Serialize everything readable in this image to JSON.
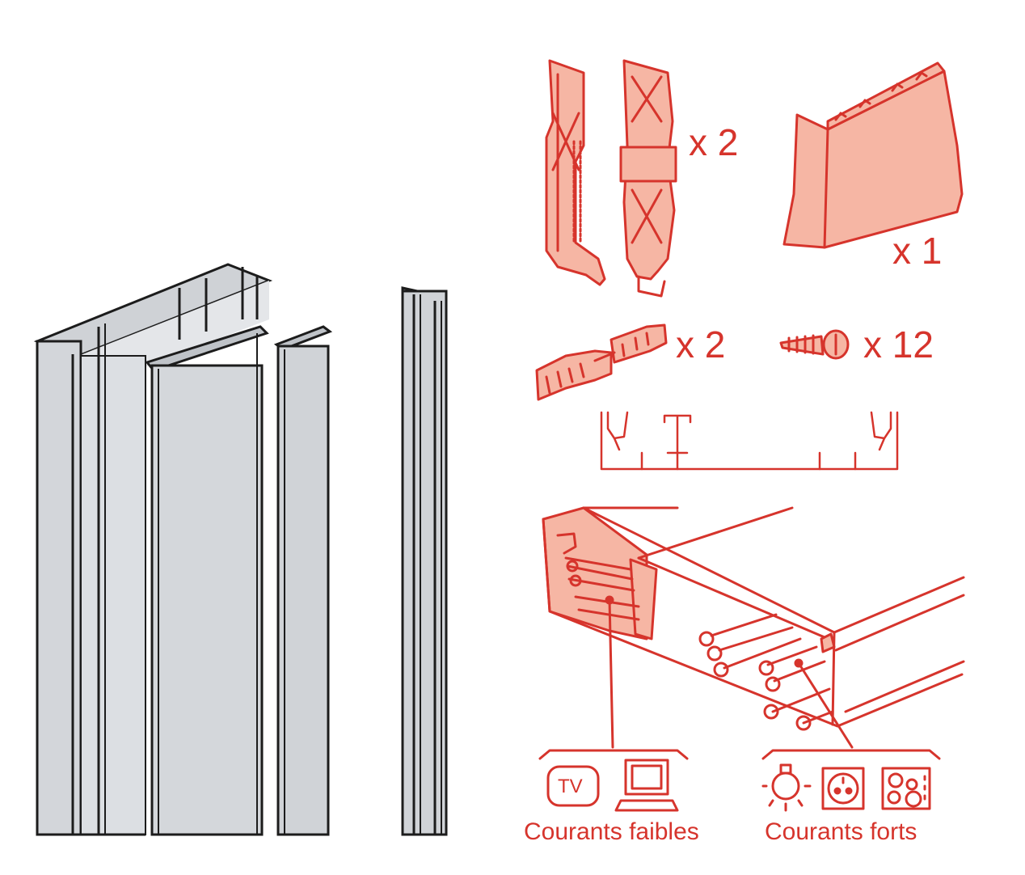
{
  "quantities": {
    "clips": "x 2",
    "end_cap": "x 1",
    "plugs": "x 2",
    "screws": "x 12"
  },
  "labels": {
    "low_current": "Courants faibles",
    "high_current": "Courants forts",
    "tv_icon_text": "TV"
  },
  "colors": {
    "accent": "#d6342c",
    "accent_fill": "#f6b6a4",
    "trunking_body": "#d8dadd",
    "trunking_outline": "#1c1c1c"
  }
}
